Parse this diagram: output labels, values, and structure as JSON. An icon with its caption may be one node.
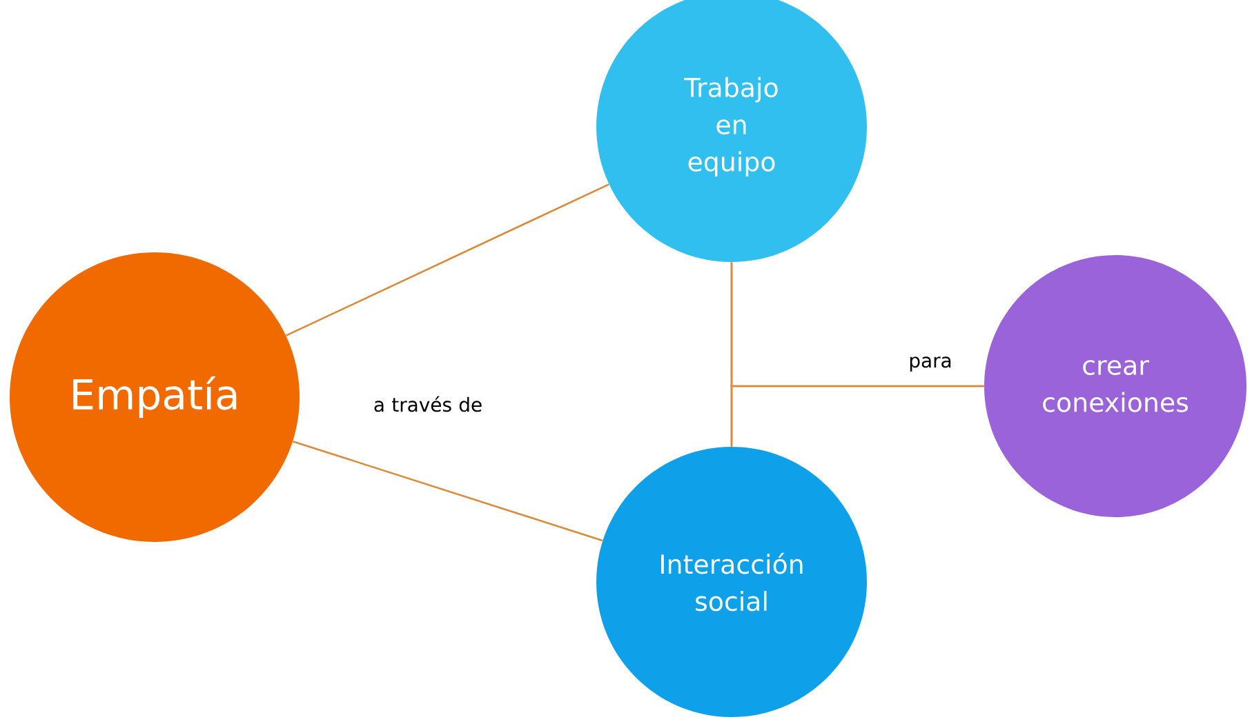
{
  "diagram": {
    "nodes": [
      {
        "text": [
          "Empatía"
        ]
      },
      {
        "text": [
          "Trabajo en equipo"
        ]
      },
      {
        "text": [
          "Interacción social"
        ]
      },
      {
        "text": [
          "crear conexiones"
        ]
      }
    ],
    "edges": [
      {
        "from": 0,
        "to": 1,
        "arrow": "none"
      },
      {
        "from": 0,
        "to": 2,
        "arrow": "none"
      },
      {
        "from": 1,
        "to": 2,
        "arrow": "none"
      },
      {
        "from": 1,
        "to": 3,
        "arrow": "none",
        "label": "para"
      },
      {
        "from": 2,
        "to": 3,
        "arrow": "none"
      }
    ],
    "labels": [
      "a través de"
    ]
  }
}
